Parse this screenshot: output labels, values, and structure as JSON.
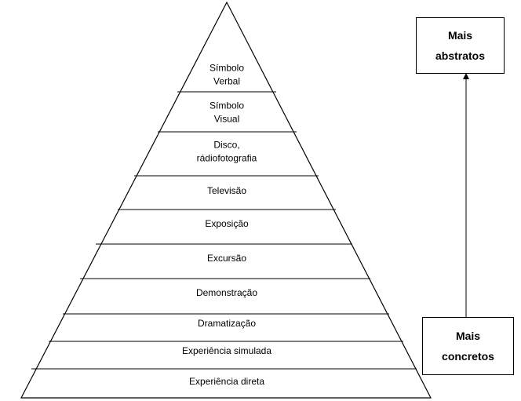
{
  "pyramid": {
    "levels": [
      {
        "lines": [
          "Símbolo",
          "Verbal"
        ]
      },
      {
        "lines": [
          "Símbolo",
          "Visual"
        ]
      },
      {
        "lines": [
          "Disco,",
          "rádiofotografia"
        ]
      },
      {
        "lines": [
          "Televisão"
        ]
      },
      {
        "lines": [
          "Exposição"
        ]
      },
      {
        "lines": [
          "Excursão"
        ]
      },
      {
        "lines": [
          "Demonstração"
        ]
      },
      {
        "lines": [
          "Dramatização"
        ]
      },
      {
        "lines": [
          "Experiência simulada"
        ]
      },
      {
        "lines": [
          "Experiência direta"
        ]
      }
    ]
  },
  "top_box": {
    "line1": "Mais",
    "line2": "abstratos"
  },
  "bottom_box": {
    "line1": "Mais",
    "line2": "concretos"
  },
  "colors": {
    "stroke": "#000000",
    "background": "#ffffff"
  }
}
